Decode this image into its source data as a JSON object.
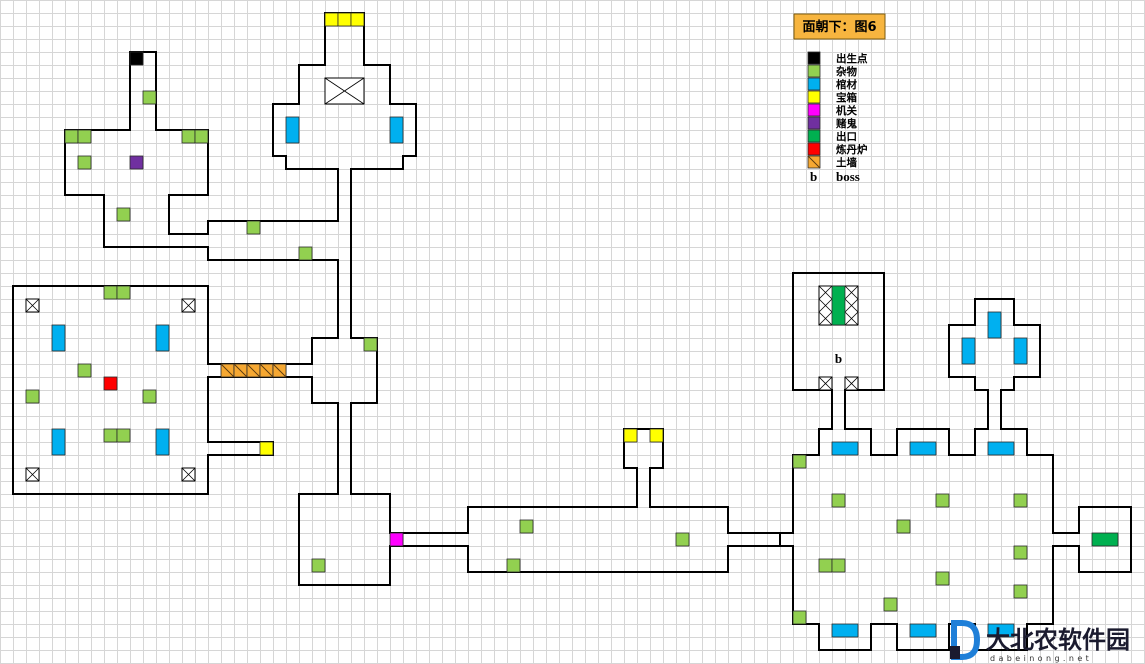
{
  "title": "面朝下：图6",
  "legend": [
    {
      "key": "spawn",
      "label": "出生点",
      "color": "#000000"
    },
    {
      "key": "junk",
      "label": "杂物",
      "color": "#92d050"
    },
    {
      "key": "coffin",
      "label": "棺材",
      "color": "#00b0f0"
    },
    {
      "key": "chest",
      "label": "宝箱",
      "color": "#ffff00"
    },
    {
      "key": "machine",
      "label": "机关",
      "color": "#ff00ff"
    },
    {
      "key": "gambler",
      "label": "赌鬼",
      "color": "#7030a0"
    },
    {
      "key": "exit",
      "label": "出口",
      "color": "#00b050"
    },
    {
      "key": "furnace",
      "label": "炼丹炉",
      "color": "#ff0000"
    },
    {
      "key": "earth_wall",
      "label": "土墙",
      "color": "#f6a832"
    }
  ],
  "boss_legend": {
    "symbol": "b",
    "label": "boss"
  },
  "map": {
    "boss_marker": "b"
  },
  "colors": {
    "title_bg": "#f7b53f",
    "wall": "#000000",
    "grid": "#d6d6d6"
  },
  "watermark": {
    "name": "大北农软件园",
    "url": "dabeinong.net"
  }
}
